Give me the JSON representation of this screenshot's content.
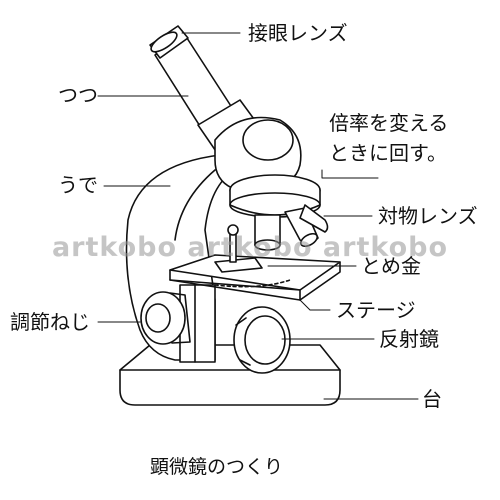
{
  "labels": {
    "eyepiece": "接眼レンズ",
    "tube": "つつ",
    "magnification_line1": "倍率を変える",
    "magnification_line2": "ときに回す。",
    "arm": "うで",
    "objective": "対物レンズ",
    "clip": "とめ金",
    "focus_knob": "調節ねじ",
    "stage": "ステージ",
    "mirror": "反射鏡",
    "base": "台"
  },
  "caption": "顕微鏡のつくり",
  "watermark": "artkobo artkobo artkobo"
}
